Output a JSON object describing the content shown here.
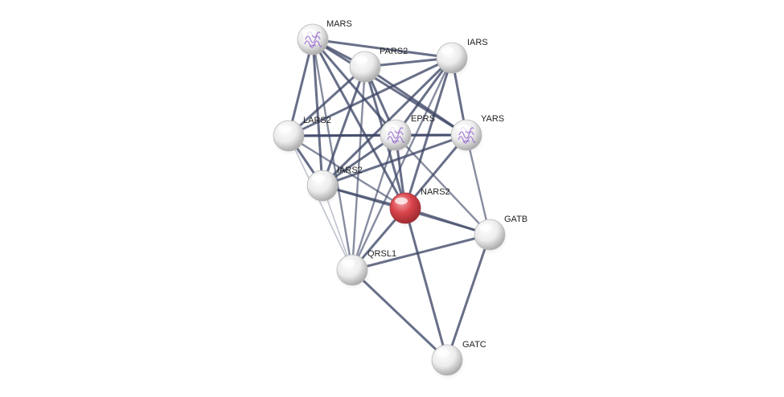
{
  "diagram": {
    "type": "protein-interaction-network",
    "query_node": "NARS2",
    "colors": {
      "edge": "#3d4766",
      "edge_light": "#8890a6",
      "node_default": "#e8e8e8",
      "node_query": "#d9434a"
    },
    "nodes": [
      {
        "id": "MARS",
        "label": "MARS",
        "structure_icon": true
      },
      {
        "id": "PARS2",
        "label": "PARS2",
        "structure_icon": false
      },
      {
        "id": "IARS",
        "label": "IARS",
        "structure_icon": false
      },
      {
        "id": "LARS2",
        "label": "LARS2",
        "structure_icon": false
      },
      {
        "id": "EPRS",
        "label": "EPRS",
        "structure_icon": true
      },
      {
        "id": "YARS",
        "label": "YARS",
        "structure_icon": true
      },
      {
        "id": "IARS2",
        "label": "IARS2",
        "structure_icon": false
      },
      {
        "id": "NARS2",
        "label": "NARS2",
        "structure_icon": false,
        "query": true
      },
      {
        "id": "GATB",
        "label": "GATB",
        "structure_icon": false
      },
      {
        "id": "QRSL1",
        "label": "QRSL1",
        "structure_icon": false
      },
      {
        "id": "GATC",
        "label": "GATC",
        "structure_icon": false
      }
    ],
    "edges": [
      [
        "MARS",
        "PARS2",
        "strong"
      ],
      [
        "MARS",
        "IARS",
        "strong"
      ],
      [
        "MARS",
        "LARS2",
        "strong"
      ],
      [
        "MARS",
        "EPRS",
        "strong"
      ],
      [
        "MARS",
        "YARS",
        "strong"
      ],
      [
        "MARS",
        "IARS2",
        "strong"
      ],
      [
        "MARS",
        "NARS2",
        "strong"
      ],
      [
        "MARS",
        "QRSL1",
        "medium"
      ],
      [
        "PARS2",
        "IARS",
        "strong"
      ],
      [
        "PARS2",
        "LARS2",
        "strong"
      ],
      [
        "PARS2",
        "EPRS",
        "strong"
      ],
      [
        "PARS2",
        "YARS",
        "strong"
      ],
      [
        "PARS2",
        "IARS2",
        "strong"
      ],
      [
        "PARS2",
        "NARS2",
        "strong"
      ],
      [
        "PARS2",
        "QRSL1",
        "medium"
      ],
      [
        "IARS",
        "LARS2",
        "strong"
      ],
      [
        "IARS",
        "EPRS",
        "strong"
      ],
      [
        "IARS",
        "YARS",
        "strong"
      ],
      [
        "IARS",
        "IARS2",
        "strong"
      ],
      [
        "IARS",
        "NARS2",
        "strong"
      ],
      [
        "IARS",
        "QRSL1",
        "medium"
      ],
      [
        "LARS2",
        "EPRS",
        "strong"
      ],
      [
        "LARS2",
        "YARS",
        "strong"
      ],
      [
        "LARS2",
        "IARS2",
        "strong"
      ],
      [
        "LARS2",
        "NARS2",
        "medium"
      ],
      [
        "LARS2",
        "QRSL1",
        "light"
      ],
      [
        "EPRS",
        "YARS",
        "strong"
      ],
      [
        "EPRS",
        "IARS2",
        "strong"
      ],
      [
        "EPRS",
        "NARS2",
        "strong"
      ],
      [
        "EPRS",
        "QRSL1",
        "medium"
      ],
      [
        "EPRS",
        "GATB",
        "medium"
      ],
      [
        "YARS",
        "IARS2",
        "strong"
      ],
      [
        "YARS",
        "NARS2",
        "strong"
      ],
      [
        "YARS",
        "GATB",
        "medium"
      ],
      [
        "IARS2",
        "NARS2",
        "strong"
      ],
      [
        "IARS2",
        "QRSL1",
        "light"
      ],
      [
        "IARS2",
        "GATB",
        "medium"
      ],
      [
        "NARS2",
        "GATB",
        "strong"
      ],
      [
        "NARS2",
        "QRSL1",
        "strong"
      ],
      [
        "NARS2",
        "GATC",
        "strong"
      ],
      [
        "GATB",
        "QRSL1",
        "strong"
      ],
      [
        "GATB",
        "GATC",
        "strong"
      ],
      [
        "QRSL1",
        "GATC",
        "strong"
      ]
    ]
  }
}
